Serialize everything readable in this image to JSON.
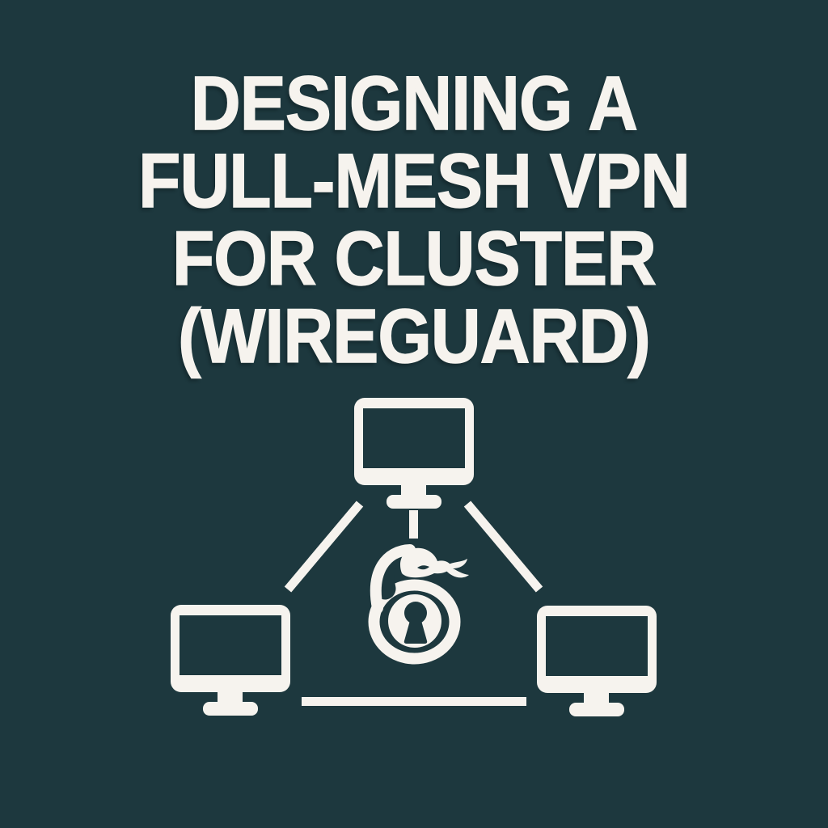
{
  "colors": {
    "background": "#1d383e",
    "ink": "#f6f3ee"
  },
  "title": {
    "lines": [
      "DESIGNING A",
      "FULL-MESH VPN",
      "FOR CLUSTER",
      "(WIREGUARD)"
    ]
  },
  "illustration": {
    "label": "full-mesh-vpn-topology-diagram",
    "nodes": [
      {
        "id": "computer-top",
        "icon": "desktop-monitor-icon"
      },
      {
        "id": "computer-left",
        "icon": "desktop-monitor-icon"
      },
      {
        "id": "computer-right",
        "icon": "desktop-monitor-icon"
      }
    ],
    "center": {
      "icon": "snake-keyhole-security-icon"
    },
    "links": [
      "top-to-left",
      "top-to-right",
      "left-to-right",
      "top-to-center"
    ]
  }
}
